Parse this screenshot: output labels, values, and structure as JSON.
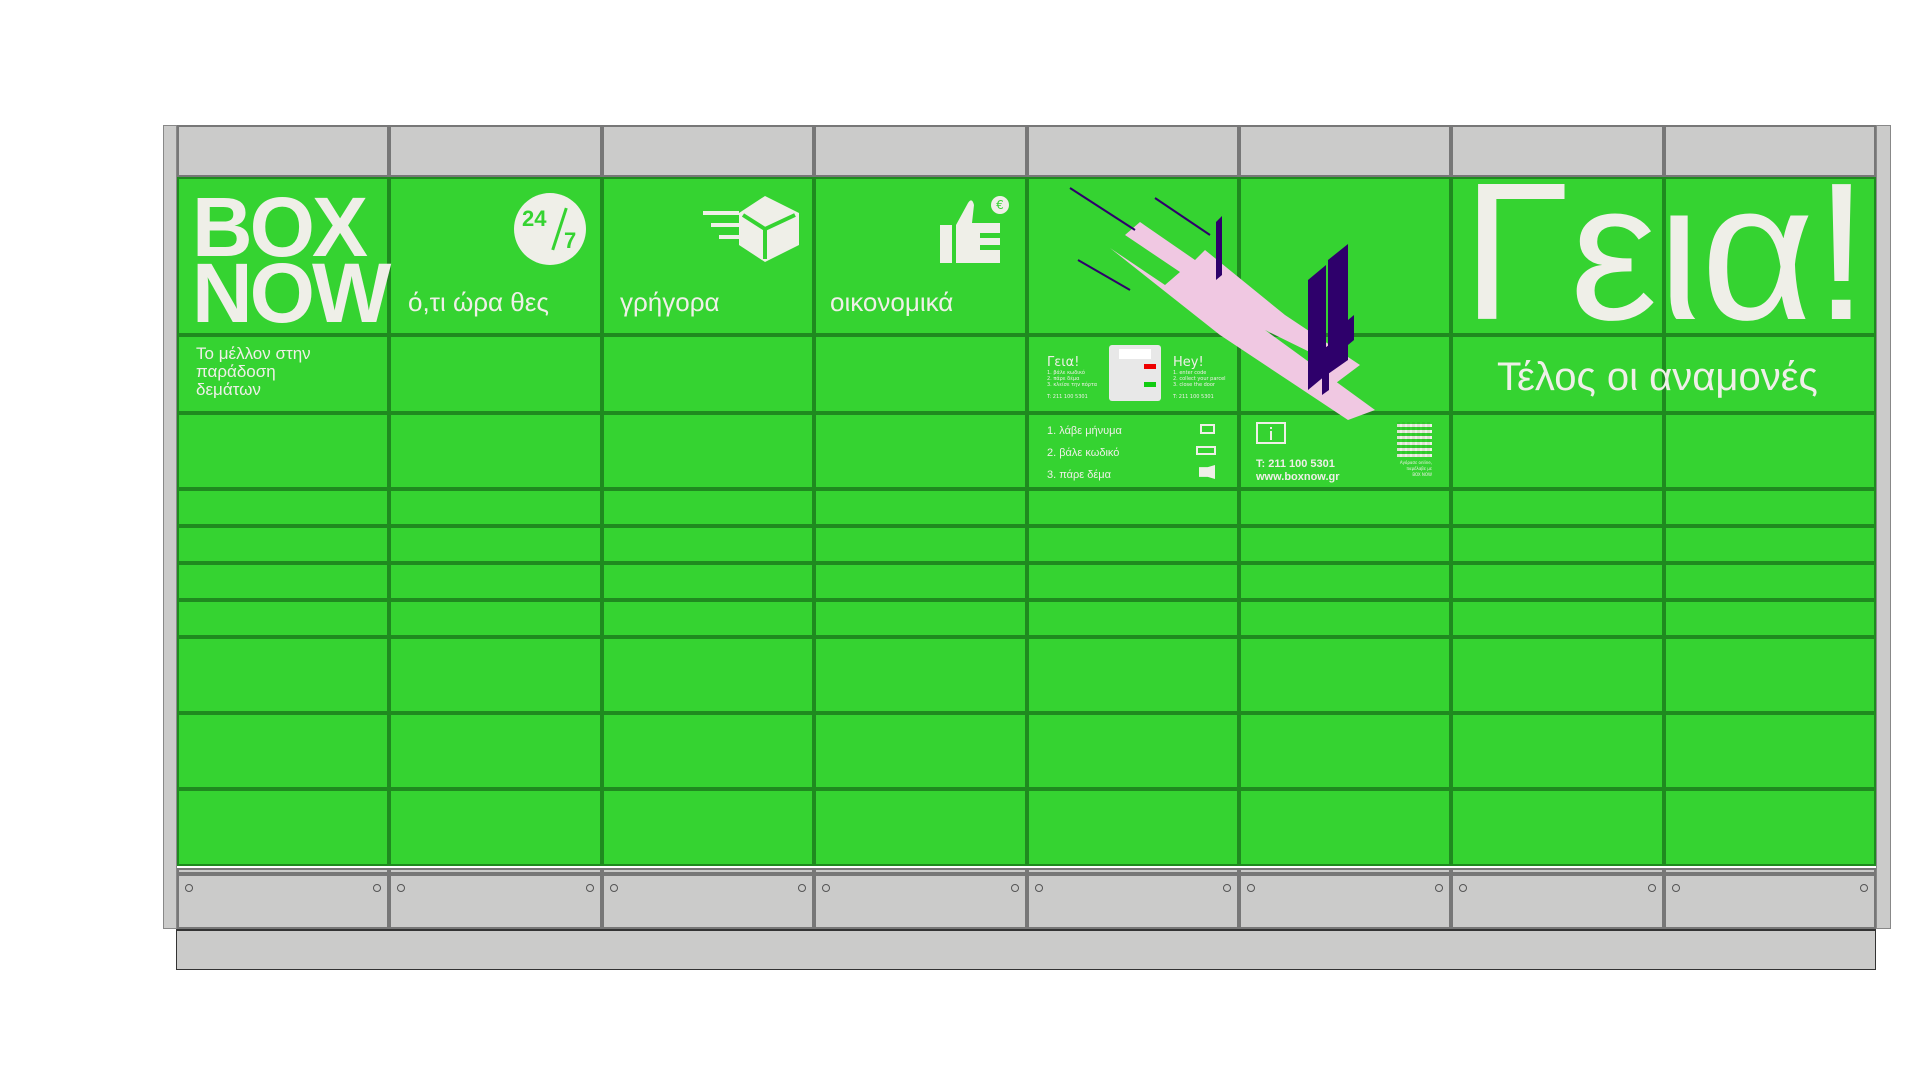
{
  "brand": {
    "line1": "BOX",
    "line2": "NOW",
    "tagline": [
      "Το μέλλον στην",
      "παράδοση",
      "δεμάτων"
    ]
  },
  "features": [
    {
      "label": "ό,τι ώρα θες",
      "icon": "clock-24-7-icon",
      "badge_num": "24",
      "badge_den": "7"
    },
    {
      "label": "γρήγορα",
      "icon": "fast-box-icon"
    },
    {
      "label": "οικονομικά",
      "icon": "thumbs-up-euro-icon",
      "euro": "€"
    }
  ],
  "hero": {
    "title": "Γεια!",
    "subtitle": "Τέλος οι αναμονές"
  },
  "instructions_card": {
    "greek_title": "Γεια!",
    "greek_steps": [
      "1. βάλε κωδικό",
      "2. πάρε δέμα",
      "3. κλείσε την πόρτα"
    ],
    "english_title": "Hey!",
    "english_steps": [
      "1. enter code",
      "2. collect your parcel",
      "3. close the door"
    ],
    "phone_short": "T: 211 100 5301"
  },
  "steps": [
    "1. λάβε μήνυμα",
    "2. βάλε κωδικό",
    "3. πάρε δέμα"
  ],
  "info": {
    "phone": "T: 211 100 5301",
    "website": "www.boxnow.gr",
    "qr_caption": [
      "Αγόρασε online,",
      "παρέλαβε με",
      "BOX NOW"
    ]
  },
  "colors": {
    "green": "#35d331",
    "panel_gray": "#cbcbca",
    "ink": "#efefe8",
    "pink": "#f0c8e2",
    "purple": "#2e006b"
  }
}
